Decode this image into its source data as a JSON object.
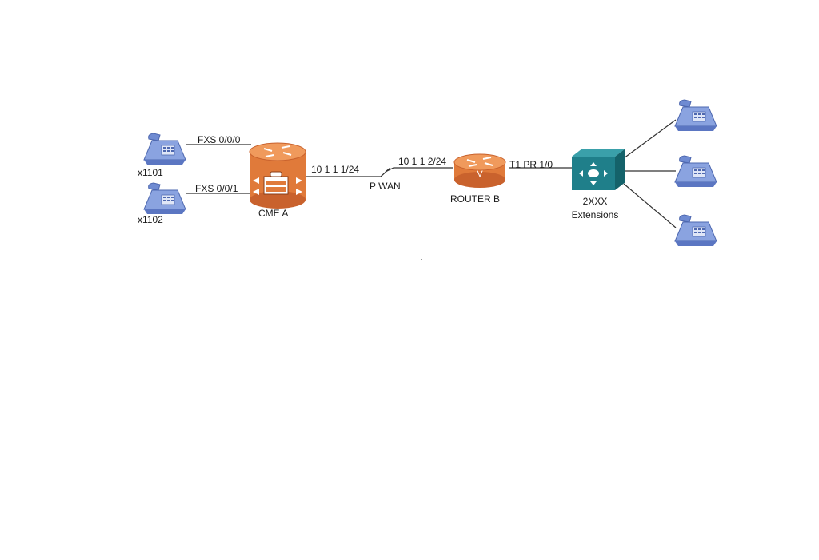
{
  "diagram": {
    "phones_left": [
      {
        "extension": "x1101",
        "port": "FXS 0/0/0"
      },
      {
        "extension": "x1102",
        "port": "FXS 0/0/1"
      }
    ],
    "cme_router": {
      "label": "CME  A",
      "ip": "10 1 1 1/24"
    },
    "wan": {
      "label": "P WAN"
    },
    "router_b": {
      "label": "ROUTER  B",
      "ip": "10 1 1 2/24",
      "interface": "T1 PR  1/0"
    },
    "pbx": {
      "label_line1": "2XXX",
      "label_line2": "Extensions"
    },
    "colors": {
      "router": "#e07a3a",
      "router_dark": "#b8572a",
      "phone": "#7b96d6",
      "phone_dark": "#4e68b0",
      "pbx": "#1f7f8a",
      "line": "#333333"
    }
  }
}
